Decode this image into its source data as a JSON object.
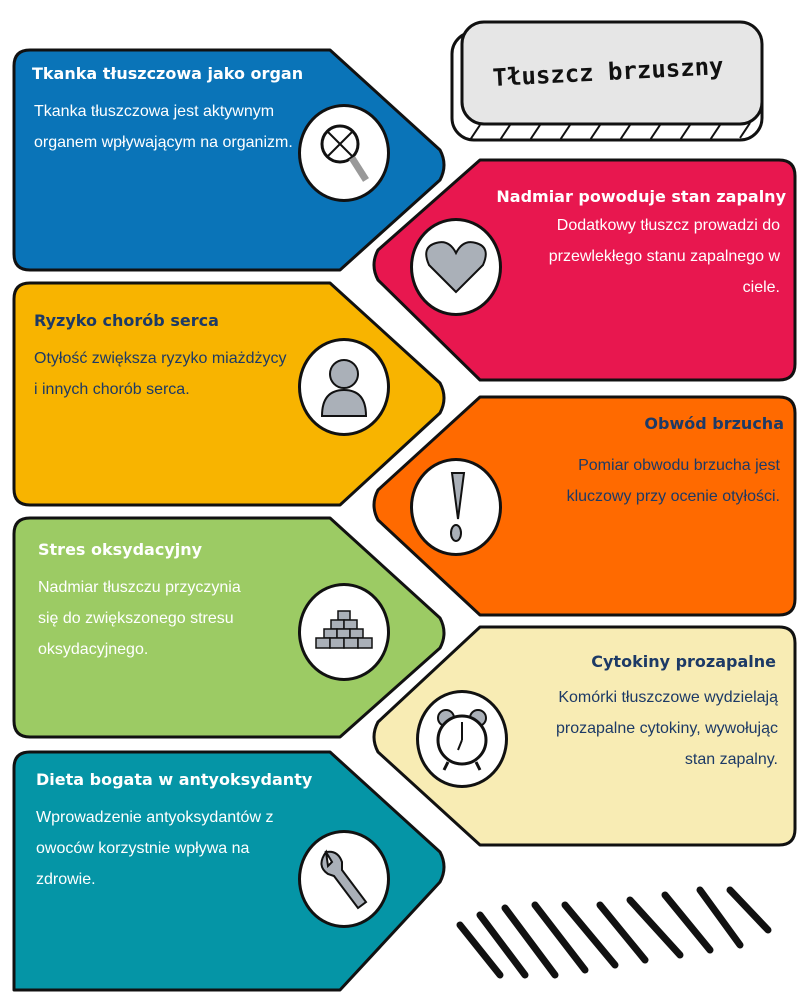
{
  "title": "Tłuszcz brzuszny",
  "cards": [
    {
      "title": "Tkanka tłuszczowa jako organ",
      "text": "Tkanka tłuszczowa jest aktywnym organem wpływającym na organizm.",
      "icon": "magnifier-icon",
      "color": "#0a74b8"
    },
    {
      "title": "Nadmiar powoduje stan zapalny",
      "text": "Dodatkowy tłuszcz prowadzi do przewlekłego stanu zapalnego w ciele.",
      "icon": "heart-icon",
      "color": "#e8174f"
    },
    {
      "title": "Ryzyko chorób serca",
      "text": "Otyłość zwiększa ryzyko miażdżycy i innych chorób serca.",
      "icon": "person-icon",
      "color": "#f8b400"
    },
    {
      "title": "Obwód brzucha",
      "text": "Pomiar obwodu brzucha jest kluczowy przy ocenie otyłości.",
      "icon": "exclamation-icon",
      "color": "#ff6a00"
    },
    {
      "title": "Stres oksydacyjny",
      "text": "Nadmiar tłuszczu przyczynia się do zwiększonego stresu oksydacyjnego.",
      "icon": "bricks-icon",
      "color": "#9ccb64"
    },
    {
      "title": "Cytokiny prozapalne",
      "text": "Komórki tłuszczowe wydzielają prozapalne cytokiny, wywołując stan zapalny.",
      "icon": "alarm-clock-icon",
      "color": "#f8ecb4"
    },
    {
      "title": "Dieta bogata w antyoksydanty",
      "text": "Wprowadzenie antyoksydantów z owoców korzystnie wpływa na zdrowie.",
      "icon": "wrench-icon",
      "color": "#0595a6"
    }
  ]
}
